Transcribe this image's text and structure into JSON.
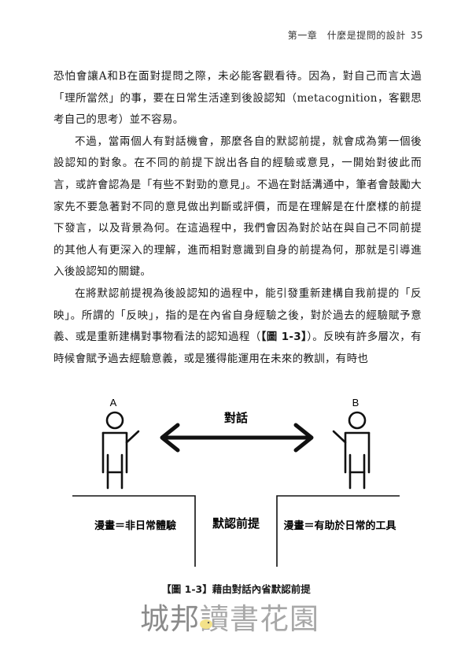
{
  "header": {
    "chapter": "第一章　什麼是提問的設計",
    "page_number": "35"
  },
  "paragraphs": [
    "恐怕會讓A和B在面對提問之際，未必能客觀看待。因為，對自己而言太過「理所當然」的事，要在日常生活達到後設認知（metacognition，客觀思考自己的思考）並不容易。",
    "不過，當兩個人有對話機會，那麼各自的默認前提，就會成為第一個後設認知的對象。在不同的前提下說出各自的經驗或意見，一開始對彼此而言，或許會認為是「有些不對勁的意見」。不過在對話溝通中，筆者會鼓勵大家先不要急著對不同的意見做出判斷或評價，而是在理解是在什麼樣的前提下發言，以及背景為何。在這過程中，我們會因為對於站在與自己不同前提的其他人有更深入的理解，進而相對意識到自身的前提為何，那就是引導進入後設認知的關鍵。"
  ],
  "paragraph3": {
    "before": "在將默認前提視為後設認知的過程中，能引發重新建構自我前提的「反映」。所謂的「反映」，指的是在內省自身經驗之後，對於過去的經驗賦予意義、或是重新建構對事物看法的認知過程（",
    "figref": "【圖 1-3】",
    "after": "）。反映有許多層次，有時候會賦予過去經驗意義，或是獲得能運用在未來的教訓，有時也"
  },
  "figure": {
    "label_a": "A",
    "label_b": "B",
    "arrow_label": "對話",
    "left_box": "漫畫＝非日常體驗",
    "center": "默認前提",
    "right_box": "漫畫＝有助於日常的工具",
    "caption": "【圖 1-3】藉由對話內省默認前提"
  },
  "watermark": {
    "part1": "城邦",
    "part2": "讀書花園"
  }
}
